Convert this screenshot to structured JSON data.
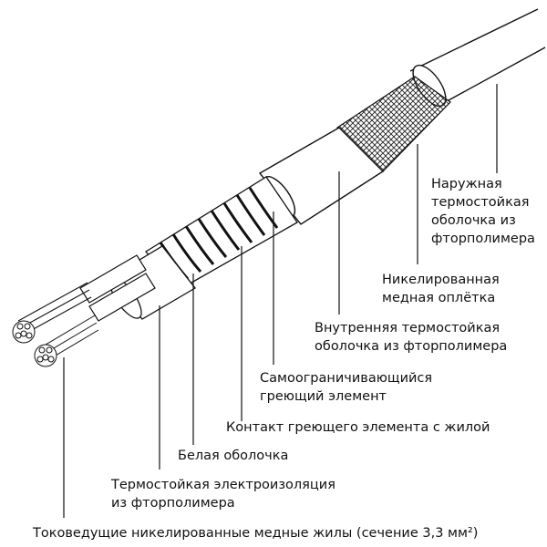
{
  "labels": {
    "outer_jacket": [
      "Наружная",
      "термостойкая",
      "оболочка из",
      "фторполимера"
    ],
    "braid": [
      "Никелированная",
      "медная оплётка"
    ],
    "inner_jacket": [
      "Внутренняя термостойкая",
      "оболочка из фторполимера"
    ],
    "self_regulating": [
      "Самоограничивающийся",
      "греющий элемент"
    ],
    "contact": "Контакт греющего элемента с жилой",
    "white_sheath": "Белая оболочка",
    "insulation": [
      "Термостойкая электроизоляция",
      "из фторполимера"
    ],
    "conductors": "Токоведущие никелированные медные жилы (сечение 3,3 мм²)"
  },
  "colors": {
    "line": "#111111",
    "background": "#ffffff",
    "hatch": "#222222"
  }
}
